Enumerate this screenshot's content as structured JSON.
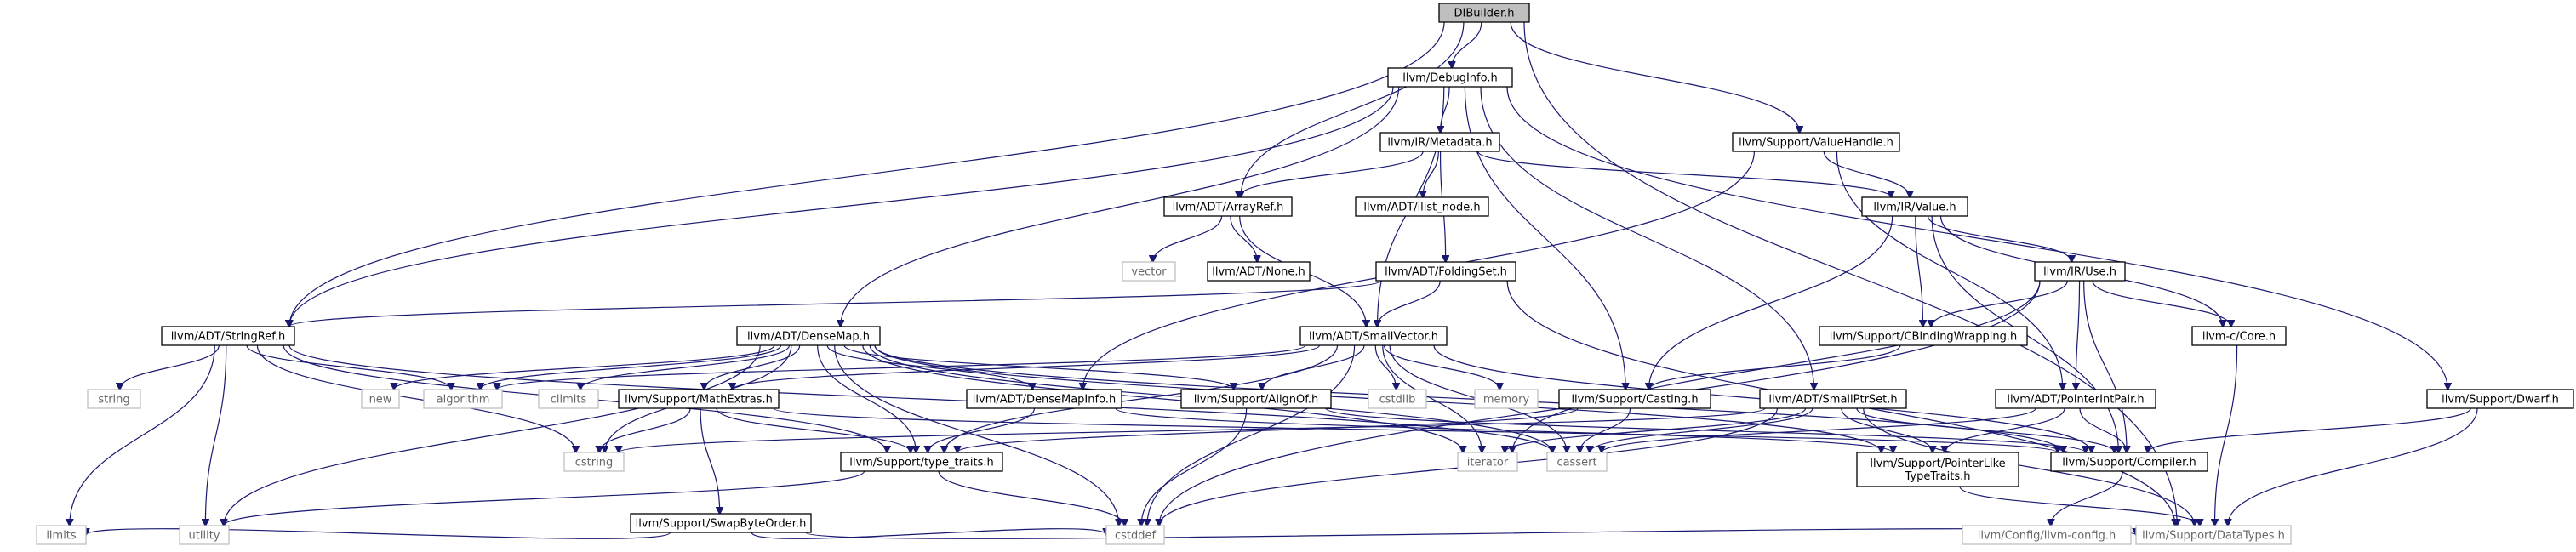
{
  "graph": {
    "nodes": [
      {
        "id": "dibuilder",
        "label": "DIBuilder.h",
        "kind": "root"
      },
      {
        "id": "debuginfo",
        "label": "llvm/DebugInfo.h",
        "kind": "header"
      },
      {
        "id": "metadata",
        "label": "llvm/IR/Metadata.h",
        "kind": "header"
      },
      {
        "id": "valuehandle",
        "label": "llvm/Support/ValueHandle.h",
        "kind": "header"
      },
      {
        "id": "arrayref",
        "label": "llvm/ADT/ArrayRef.h",
        "kind": "header"
      },
      {
        "id": "ilistnode",
        "label": "llvm/ADT/ilist_node.h",
        "kind": "header"
      },
      {
        "id": "value",
        "label": "llvm/IR/Value.h",
        "kind": "header"
      },
      {
        "id": "vector",
        "label": "vector",
        "kind": "system"
      },
      {
        "id": "none",
        "label": "llvm/ADT/None.h",
        "kind": "header"
      },
      {
        "id": "foldingset",
        "label": "llvm/ADT/FoldingSet.h",
        "kind": "header"
      },
      {
        "id": "use",
        "label": "llvm/IR/Use.h",
        "kind": "header"
      },
      {
        "id": "stringref",
        "label": "llvm/ADT/StringRef.h",
        "kind": "header"
      },
      {
        "id": "densemap",
        "label": "llvm/ADT/DenseMap.h",
        "kind": "header"
      },
      {
        "id": "smallvector",
        "label": "llvm/ADT/SmallVector.h",
        "kind": "header"
      },
      {
        "id": "cbinding",
        "label": "llvm/Support/CBindingWrapping.h",
        "kind": "header"
      },
      {
        "id": "core",
        "label": "llvm-c/Core.h",
        "kind": "header"
      },
      {
        "id": "string",
        "label": "string",
        "kind": "system"
      },
      {
        "id": "new",
        "label": "new",
        "kind": "system"
      },
      {
        "id": "algorithm",
        "label": "algorithm",
        "kind": "system"
      },
      {
        "id": "climits",
        "label": "climits",
        "kind": "system"
      },
      {
        "id": "mathextras",
        "label": "llvm/Support/MathExtras.h",
        "kind": "header"
      },
      {
        "id": "densemapinfo",
        "label": "llvm/ADT/DenseMapInfo.h",
        "kind": "header"
      },
      {
        "id": "alignof",
        "label": "llvm/Support/AlignOf.h",
        "kind": "header"
      },
      {
        "id": "cstdlib",
        "label": "cstdlib",
        "kind": "system"
      },
      {
        "id": "memory",
        "label": "memory",
        "kind": "system"
      },
      {
        "id": "casting",
        "label": "llvm/Support/Casting.h",
        "kind": "header"
      },
      {
        "id": "smallptrset",
        "label": "llvm/ADT/SmallPtrSet.h",
        "kind": "header"
      },
      {
        "id": "pointerintpair",
        "label": "llvm/ADT/PointerIntPair.h",
        "kind": "header"
      },
      {
        "id": "dwarf",
        "label": "llvm/Support/Dwarf.h",
        "kind": "header"
      },
      {
        "id": "cstring",
        "label": "cstring",
        "kind": "system"
      },
      {
        "id": "typetraits",
        "label": "llvm/Support/type_traits.h",
        "kind": "header"
      },
      {
        "id": "iterator",
        "label": "iterator",
        "kind": "system"
      },
      {
        "id": "cassert",
        "label": "cassert",
        "kind": "system"
      },
      {
        "id": "pointerlike",
        "label": [
          "llvm/Support/PointerLike",
          "TypeTraits.h"
        ],
        "kind": "header"
      },
      {
        "id": "compiler",
        "label": "llvm/Support/Compiler.h",
        "kind": "header"
      },
      {
        "id": "swapbyteorder",
        "label": "llvm/Support/SwapByteOrder.h",
        "kind": "header"
      },
      {
        "id": "limits",
        "label": "limits",
        "kind": "system"
      },
      {
        "id": "utility",
        "label": "utility",
        "kind": "system"
      },
      {
        "id": "cstddef",
        "label": "cstddef",
        "kind": "system"
      },
      {
        "id": "llvmconfig",
        "label": "llvm/Config/llvm-config.h",
        "kind": "system"
      },
      {
        "id": "datatypes",
        "label": "llvm/Support/DataTypes.h",
        "kind": "system"
      }
    ],
    "edges": [
      [
        "dibuilder",
        "debuginfo"
      ],
      [
        "dibuilder",
        "valuehandle"
      ],
      [
        "dibuilder",
        "arrayref"
      ],
      [
        "dibuilder",
        "stringref"
      ],
      [
        "dibuilder",
        "datatypes"
      ],
      [
        "debuginfo",
        "metadata"
      ],
      [
        "debuginfo",
        "stringref"
      ],
      [
        "debuginfo",
        "densemap"
      ],
      [
        "debuginfo",
        "smallvector"
      ],
      [
        "debuginfo",
        "smallptrset"
      ],
      [
        "debuginfo",
        "casting"
      ],
      [
        "debuginfo",
        "dwarf"
      ],
      [
        "metadata",
        "arrayref"
      ],
      [
        "metadata",
        "ilistnode"
      ],
      [
        "metadata",
        "value"
      ],
      [
        "metadata",
        "foldingset"
      ],
      [
        "valuehandle",
        "value"
      ],
      [
        "valuehandle",
        "densemapinfo"
      ],
      [
        "valuehandle",
        "pointerintpair"
      ],
      [
        "arrayref",
        "vector"
      ],
      [
        "arrayref",
        "none"
      ],
      [
        "arrayref",
        "smallvector"
      ],
      [
        "value",
        "use"
      ],
      [
        "value",
        "cbinding"
      ],
      [
        "value",
        "casting"
      ],
      [
        "value",
        "core"
      ],
      [
        "value",
        "compiler"
      ],
      [
        "foldingset",
        "stringref"
      ],
      [
        "foldingset",
        "smallvector"
      ],
      [
        "foldingset",
        "datatypes"
      ],
      [
        "use",
        "cbinding"
      ],
      [
        "use",
        "core"
      ],
      [
        "use",
        "pointerintpair"
      ],
      [
        "use",
        "compiler"
      ],
      [
        "use",
        "cstddef"
      ],
      [
        "use",
        "iterator"
      ],
      [
        "stringref",
        "string"
      ],
      [
        "stringref",
        "algorithm"
      ],
      [
        "stringref",
        "cstring"
      ],
      [
        "stringref",
        "limits"
      ],
      [
        "stringref",
        "utility"
      ],
      [
        "stringref",
        "cassert"
      ],
      [
        "stringref",
        "typetraits"
      ],
      [
        "densemap",
        "new"
      ],
      [
        "densemap",
        "algorithm"
      ],
      [
        "densemap",
        "climits"
      ],
      [
        "densemap",
        "mathextras"
      ],
      [
        "densemap",
        "densemapinfo"
      ],
      [
        "densemap",
        "alignof"
      ],
      [
        "densemap",
        "typetraits"
      ],
      [
        "densemap",
        "cassert"
      ],
      [
        "densemap",
        "cstddef"
      ],
      [
        "densemap",
        "iterator"
      ],
      [
        "densemap",
        "utility"
      ],
      [
        "densemap",
        "cstring"
      ],
      [
        "densemap",
        "compiler"
      ],
      [
        "densemap",
        "pointerlike"
      ],
      [
        "smallvector",
        "algorithm"
      ],
      [
        "smallvector",
        "cstdlib"
      ],
      [
        "smallvector",
        "memory"
      ],
      [
        "smallvector",
        "mathextras"
      ],
      [
        "smallvector",
        "alignof"
      ],
      [
        "smallvector",
        "typetraits"
      ],
      [
        "smallvector",
        "cstddef"
      ],
      [
        "smallvector",
        "iterator"
      ],
      [
        "smallvector",
        "cassert"
      ],
      [
        "smallvector",
        "compiler"
      ],
      [
        "cbinding",
        "casting"
      ],
      [
        "core",
        "datatypes"
      ],
      [
        "mathextras",
        "swapbyteorder"
      ],
      [
        "mathextras",
        "typetraits"
      ],
      [
        "mathextras",
        "cstring"
      ],
      [
        "mathextras",
        "compiler"
      ],
      [
        "densemapinfo",
        "typetraits"
      ],
      [
        "densemapinfo",
        "pointerlike"
      ],
      [
        "alignof",
        "cstddef"
      ],
      [
        "alignof",
        "compiler"
      ],
      [
        "casting",
        "typetraits"
      ],
      [
        "casting",
        "cassert"
      ],
      [
        "smallptrset",
        "cstring"
      ],
      [
        "smallptrset",
        "cassert"
      ],
      [
        "smallptrset",
        "iterator"
      ],
      [
        "smallptrset",
        "cstddef"
      ],
      [
        "smallptrset",
        "pointerlike"
      ],
      [
        "smallptrset",
        "compiler"
      ],
      [
        "smallptrset",
        "datatypes"
      ],
      [
        "pointerintpair",
        "pointerlike"
      ],
      [
        "pointerintpair",
        "compiler"
      ],
      [
        "pointerintpair",
        "cassert"
      ],
      [
        "dwarf",
        "compiler"
      ],
      [
        "dwarf",
        "datatypes"
      ],
      [
        "typetraits",
        "utility"
      ],
      [
        "typetraits",
        "cstddef"
      ],
      [
        "pointerlike",
        "datatypes"
      ],
      [
        "compiler",
        "llvmconfig"
      ],
      [
        "swapbyteorder",
        "limits"
      ],
      [
        "swapbyteorder",
        "cstddef"
      ],
      [
        "swapbyteorder",
        "datatypes"
      ]
    ]
  },
  "colors": {
    "edge": "#191970",
    "root_fill": "#bfbfbf",
    "box_border": "#000000",
    "system_border": "#bfbfbf",
    "system_text": "#666666"
  }
}
